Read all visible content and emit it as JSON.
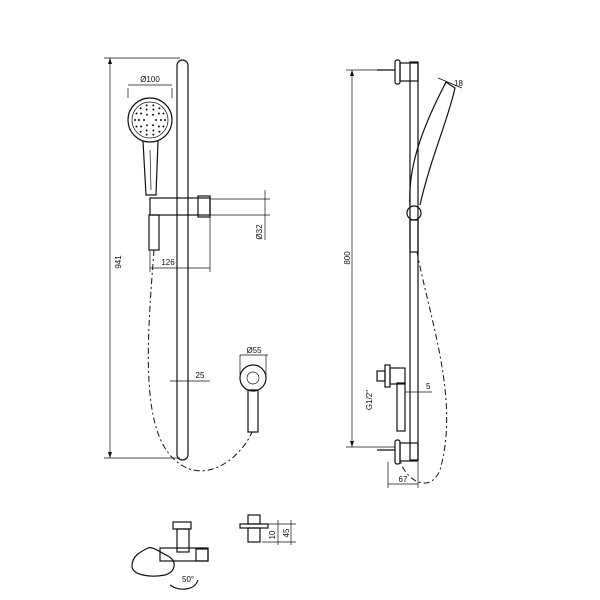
{
  "drawing": {
    "front_view": {
      "overall_height": "941",
      "head_diameter": "Ø100",
      "projection": "126",
      "slider_diameter": "Ø32",
      "hose_offset": "25",
      "outlet_diameter": "Ø55"
    },
    "side_view": {
      "fixing_centres": "800",
      "head_thickness": "18",
      "outlet_thread": "G1/2\"",
      "outlet_gap": "5",
      "depth": "67"
    },
    "details": {
      "rotation": "50°",
      "flange_height": "10",
      "elbow_height": "45"
    }
  }
}
